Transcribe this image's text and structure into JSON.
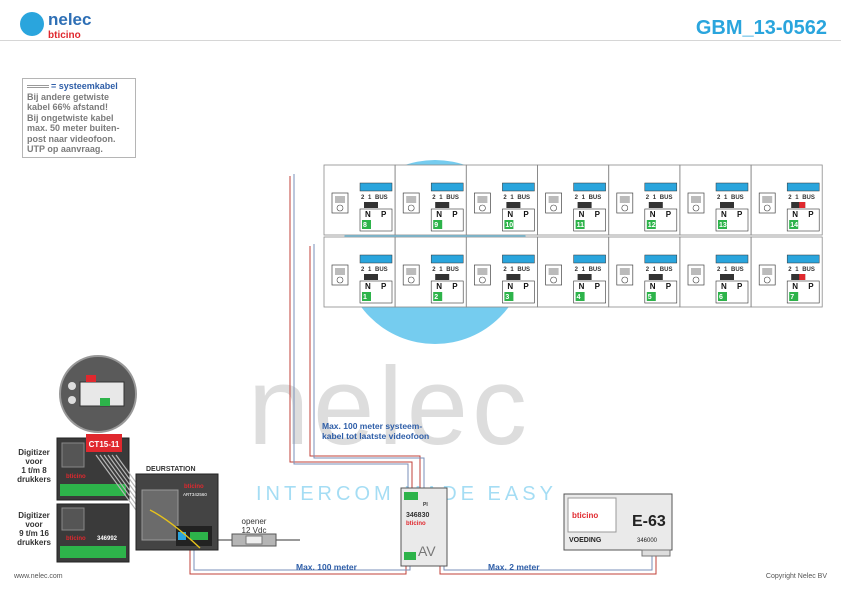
{
  "header": {
    "logo": "nelec",
    "brand": "bticino",
    "doc_code": "GBM_13-0562"
  },
  "legend": {
    "title": "= systeemkabel",
    "lines": [
      "Bij andere getwiste",
      "kabel 66% afstand!",
      "Bij ongetwiste kabel",
      "max. 50 meter buiten-",
      "post naar videofoon.",
      "UTP op aanvraag."
    ]
  },
  "units": {
    "top_row": [
      "8",
      "9",
      "10",
      "11",
      "12",
      "13",
      "14"
    ],
    "bottom_row": [
      "1",
      "2",
      "3",
      "4",
      "5",
      "6",
      "7"
    ],
    "bus_label": "BUS",
    "n_label": "N",
    "p_label": "P",
    "terminal_1": "1",
    "terminal_2": "2"
  },
  "watermark": {
    "word": "nelec",
    "tagline": "INTERCOM MADE EASY"
  },
  "notes": {
    "max100_riser": "Max. 100 meter systeem-\nkabel tot laatste videofoon",
    "max100": "Max. 100 meter",
    "max2": "Max. 2 meter"
  },
  "door": {
    "title": "DEURSTATION",
    "module": "CT15-11",
    "art": "ART342560",
    "brand": "bticino"
  },
  "digitizer1": {
    "label": "Digitizer\nvoor\n1 t/m 8\ndrukkers",
    "brand": "bticino"
  },
  "digitizer2": {
    "label": "Digitizer\nvoor\n9 t/m 16\ndrukkers",
    "code": "346992",
    "brand": "bticino"
  },
  "opener": {
    "label": "opener\n12 Vdc"
  },
  "av": {
    "code": "346830",
    "brand": "bticino",
    "label": "AV",
    "pi": "PI"
  },
  "supply": {
    "brand": "bticino",
    "model": "E-63",
    "name": "VOEDING",
    "code": "346000"
  },
  "footer": {
    "left": "www.nelec.com",
    "right": "Copyright Nelec BV"
  },
  "colors": {
    "brand_blue": "#2aa5dd",
    "text_blue": "#2e5ea8",
    "green": "#2db34a",
    "red": "#e0282e"
  }
}
